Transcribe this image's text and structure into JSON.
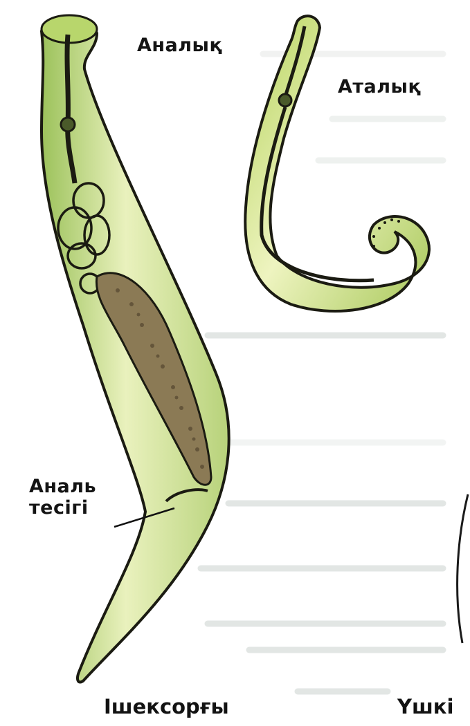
{
  "figure": {
    "labels": {
      "female": "Аналық",
      "male": "Аталық",
      "anus_line1": "Аналь",
      "anus_line2": "тесігі"
    },
    "captions": {
      "pinworm": "Ішексорғы",
      "next_partial": "Үшкі"
    }
  },
  "colors": {
    "body_fill": "#dbe9a6",
    "body_outline": "#1b1b12",
    "egg_mass": "#8b7a55",
    "ghost_text": "#d9dedd"
  }
}
